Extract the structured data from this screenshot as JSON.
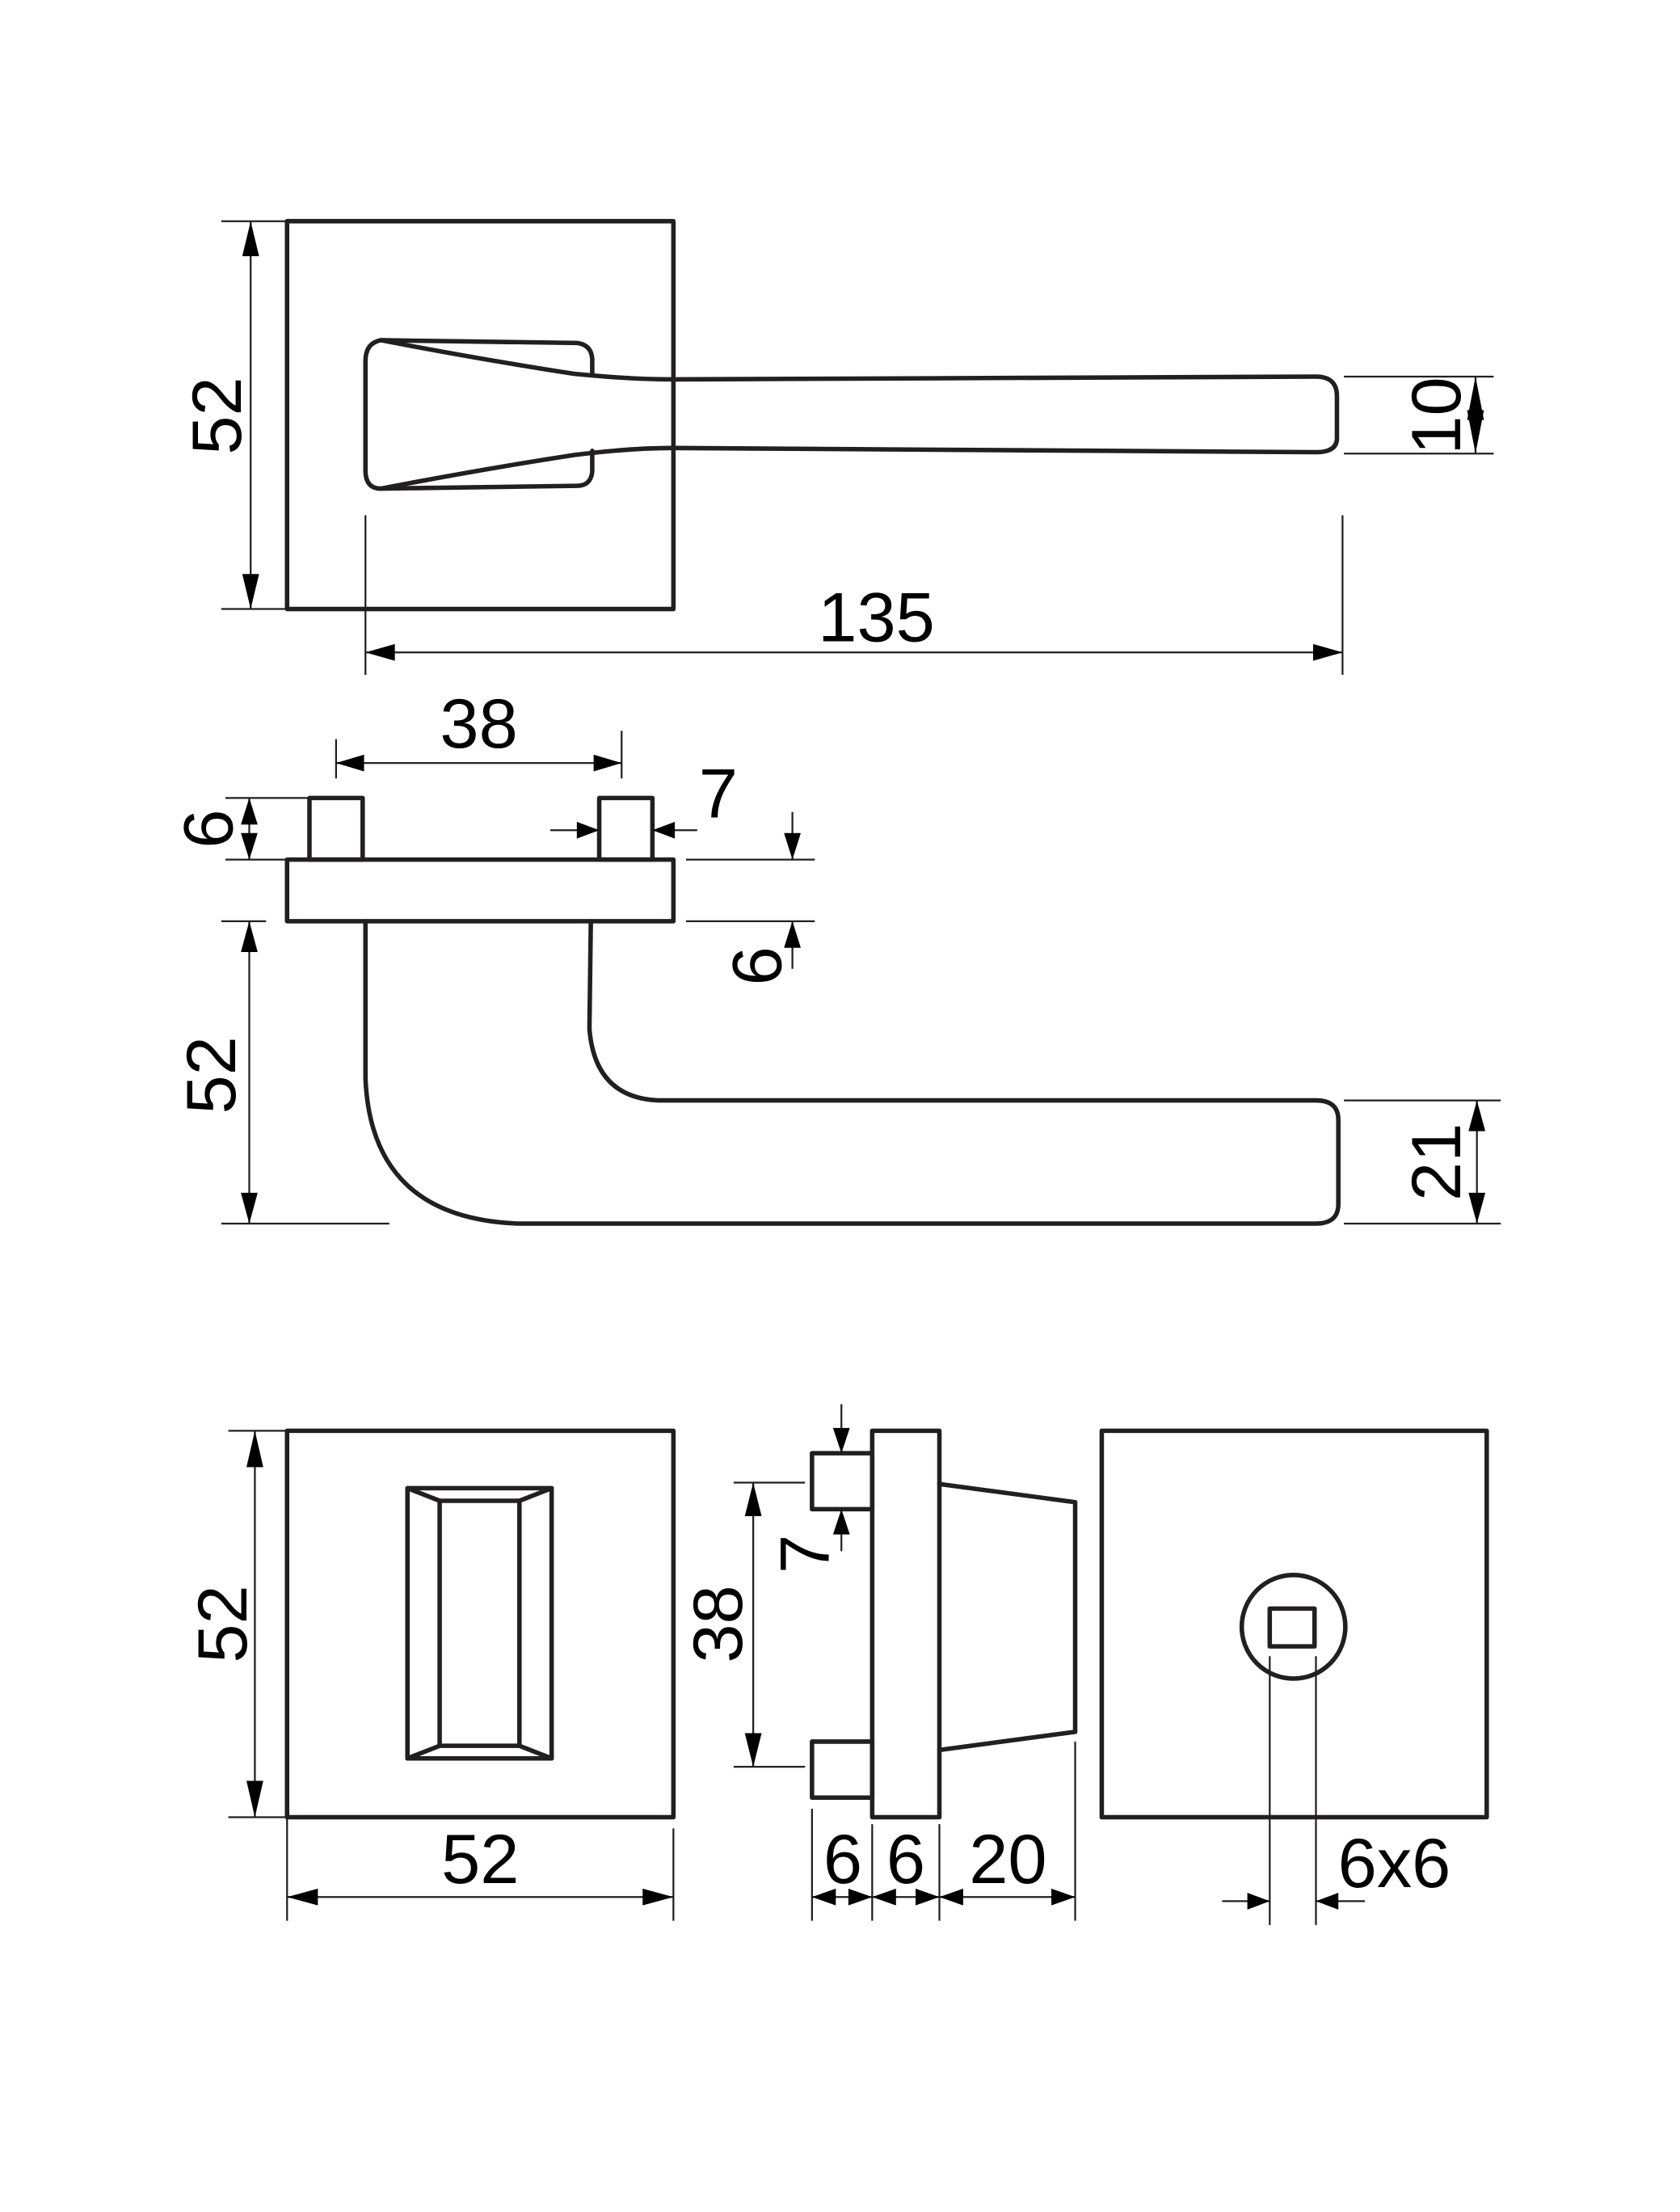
{
  "drawing": {
    "title": "Door handle on square rose with WC turn & release — technical dimension drawing",
    "units": "mm",
    "stroke_color": "#231f20",
    "background": "#ffffff",
    "views": {
      "top_view": {
        "rose_height": "52",
        "handle_length": "135",
        "handle_tip_height": "10"
      },
      "side_view": {
        "pin_spacing": "38",
        "pin_width": "7",
        "pin_height": "6",
        "rose_thickness": "6",
        "handle_drop": "52",
        "handle_tip_thickness": "21"
      },
      "wc_turn_front": {
        "rose_height": "52",
        "rose_width": "52"
      },
      "wc_side": {
        "pin_spacing": "38",
        "pin_width": "7",
        "pin_depth": "6",
        "rose_depth": "6",
        "turn_depth": "20"
      },
      "wc_release_back": {
        "spindle": "6x6"
      }
    }
  }
}
